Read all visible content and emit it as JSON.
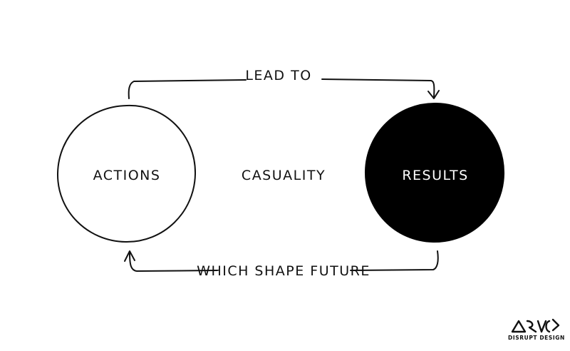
{
  "diagram": {
    "center_label": "CASUALITY",
    "nodes": {
      "actions": {
        "label": "ACTIONS",
        "fill": "#ffffff",
        "text_color": "#111111"
      },
      "results": {
        "label": "RESULTS",
        "fill": "#000000",
        "text_color": "#ffffff"
      }
    },
    "arrows": {
      "top": {
        "label": "LEAD TO",
        "from": "actions",
        "to": "results"
      },
      "bottom": {
        "label": "WHICH SHAPE FUTURE",
        "from": "results",
        "to": "actions"
      }
    }
  },
  "brand": {
    "name": "DISRUPT DESIGN"
  },
  "colors": {
    "ink": "#111111",
    "background": "#ffffff"
  }
}
